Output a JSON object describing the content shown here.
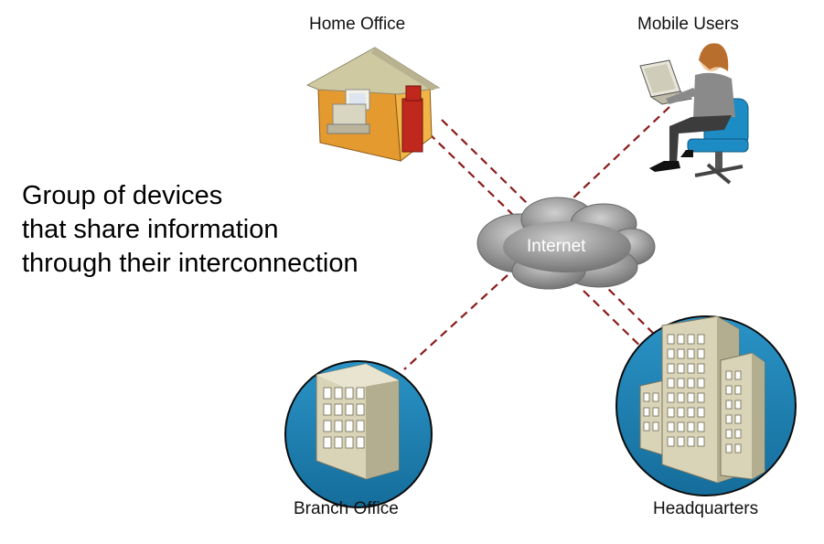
{
  "description": {
    "lines": [
      "Group of devices",
      "that share information",
      "through their interconnection"
    ]
  },
  "cloud": {
    "label": "Internet"
  },
  "nodes": {
    "home_office": "Home Office",
    "mobile_users": "Mobile Users",
    "branch_office": "Branch Office",
    "headquarters": "Headquarters"
  },
  "colors": {
    "link": "#8B1A1A",
    "site_circle": "#1C83B5",
    "building": "#D9D4B8",
    "cloud": "#8F8F8F"
  },
  "icons": {
    "home_office": "house-with-computer-icon",
    "mobile_users": "person-with-laptop-icon",
    "branch_office": "office-building-icon",
    "headquarters": "office-buildings-icon"
  }
}
